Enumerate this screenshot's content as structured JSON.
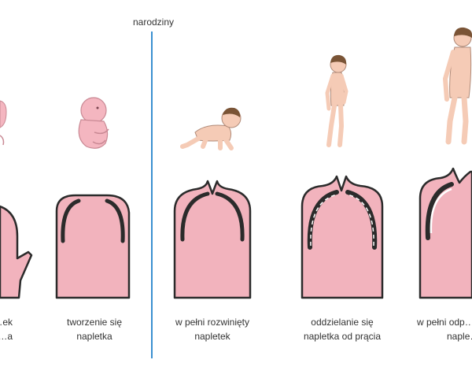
{
  "timeline": {
    "divider_label": "narodziny",
    "divider_color": "#3a8fd0"
  },
  "colors": {
    "tissue": "#f2b3bd",
    "outline": "#2b2b2b",
    "skin": "#f5cbb6",
    "embryo": "#f4b6c0",
    "hair": "#7a5436"
  },
  "stages": [
    {
      "caption_lines": [
        "…ek",
        "…a"
      ]
    },
    {
      "caption_lines": [
        "tworzenie się",
        "napletka"
      ]
    },
    {
      "caption_lines": [
        "w pełni rozwinięty",
        "napletek"
      ]
    },
    {
      "caption_lines": [
        "oddzielanie się",
        "napletka od prącia"
      ]
    },
    {
      "caption_lines": [
        "w pełni odp…",
        "naple…"
      ]
    }
  ]
}
